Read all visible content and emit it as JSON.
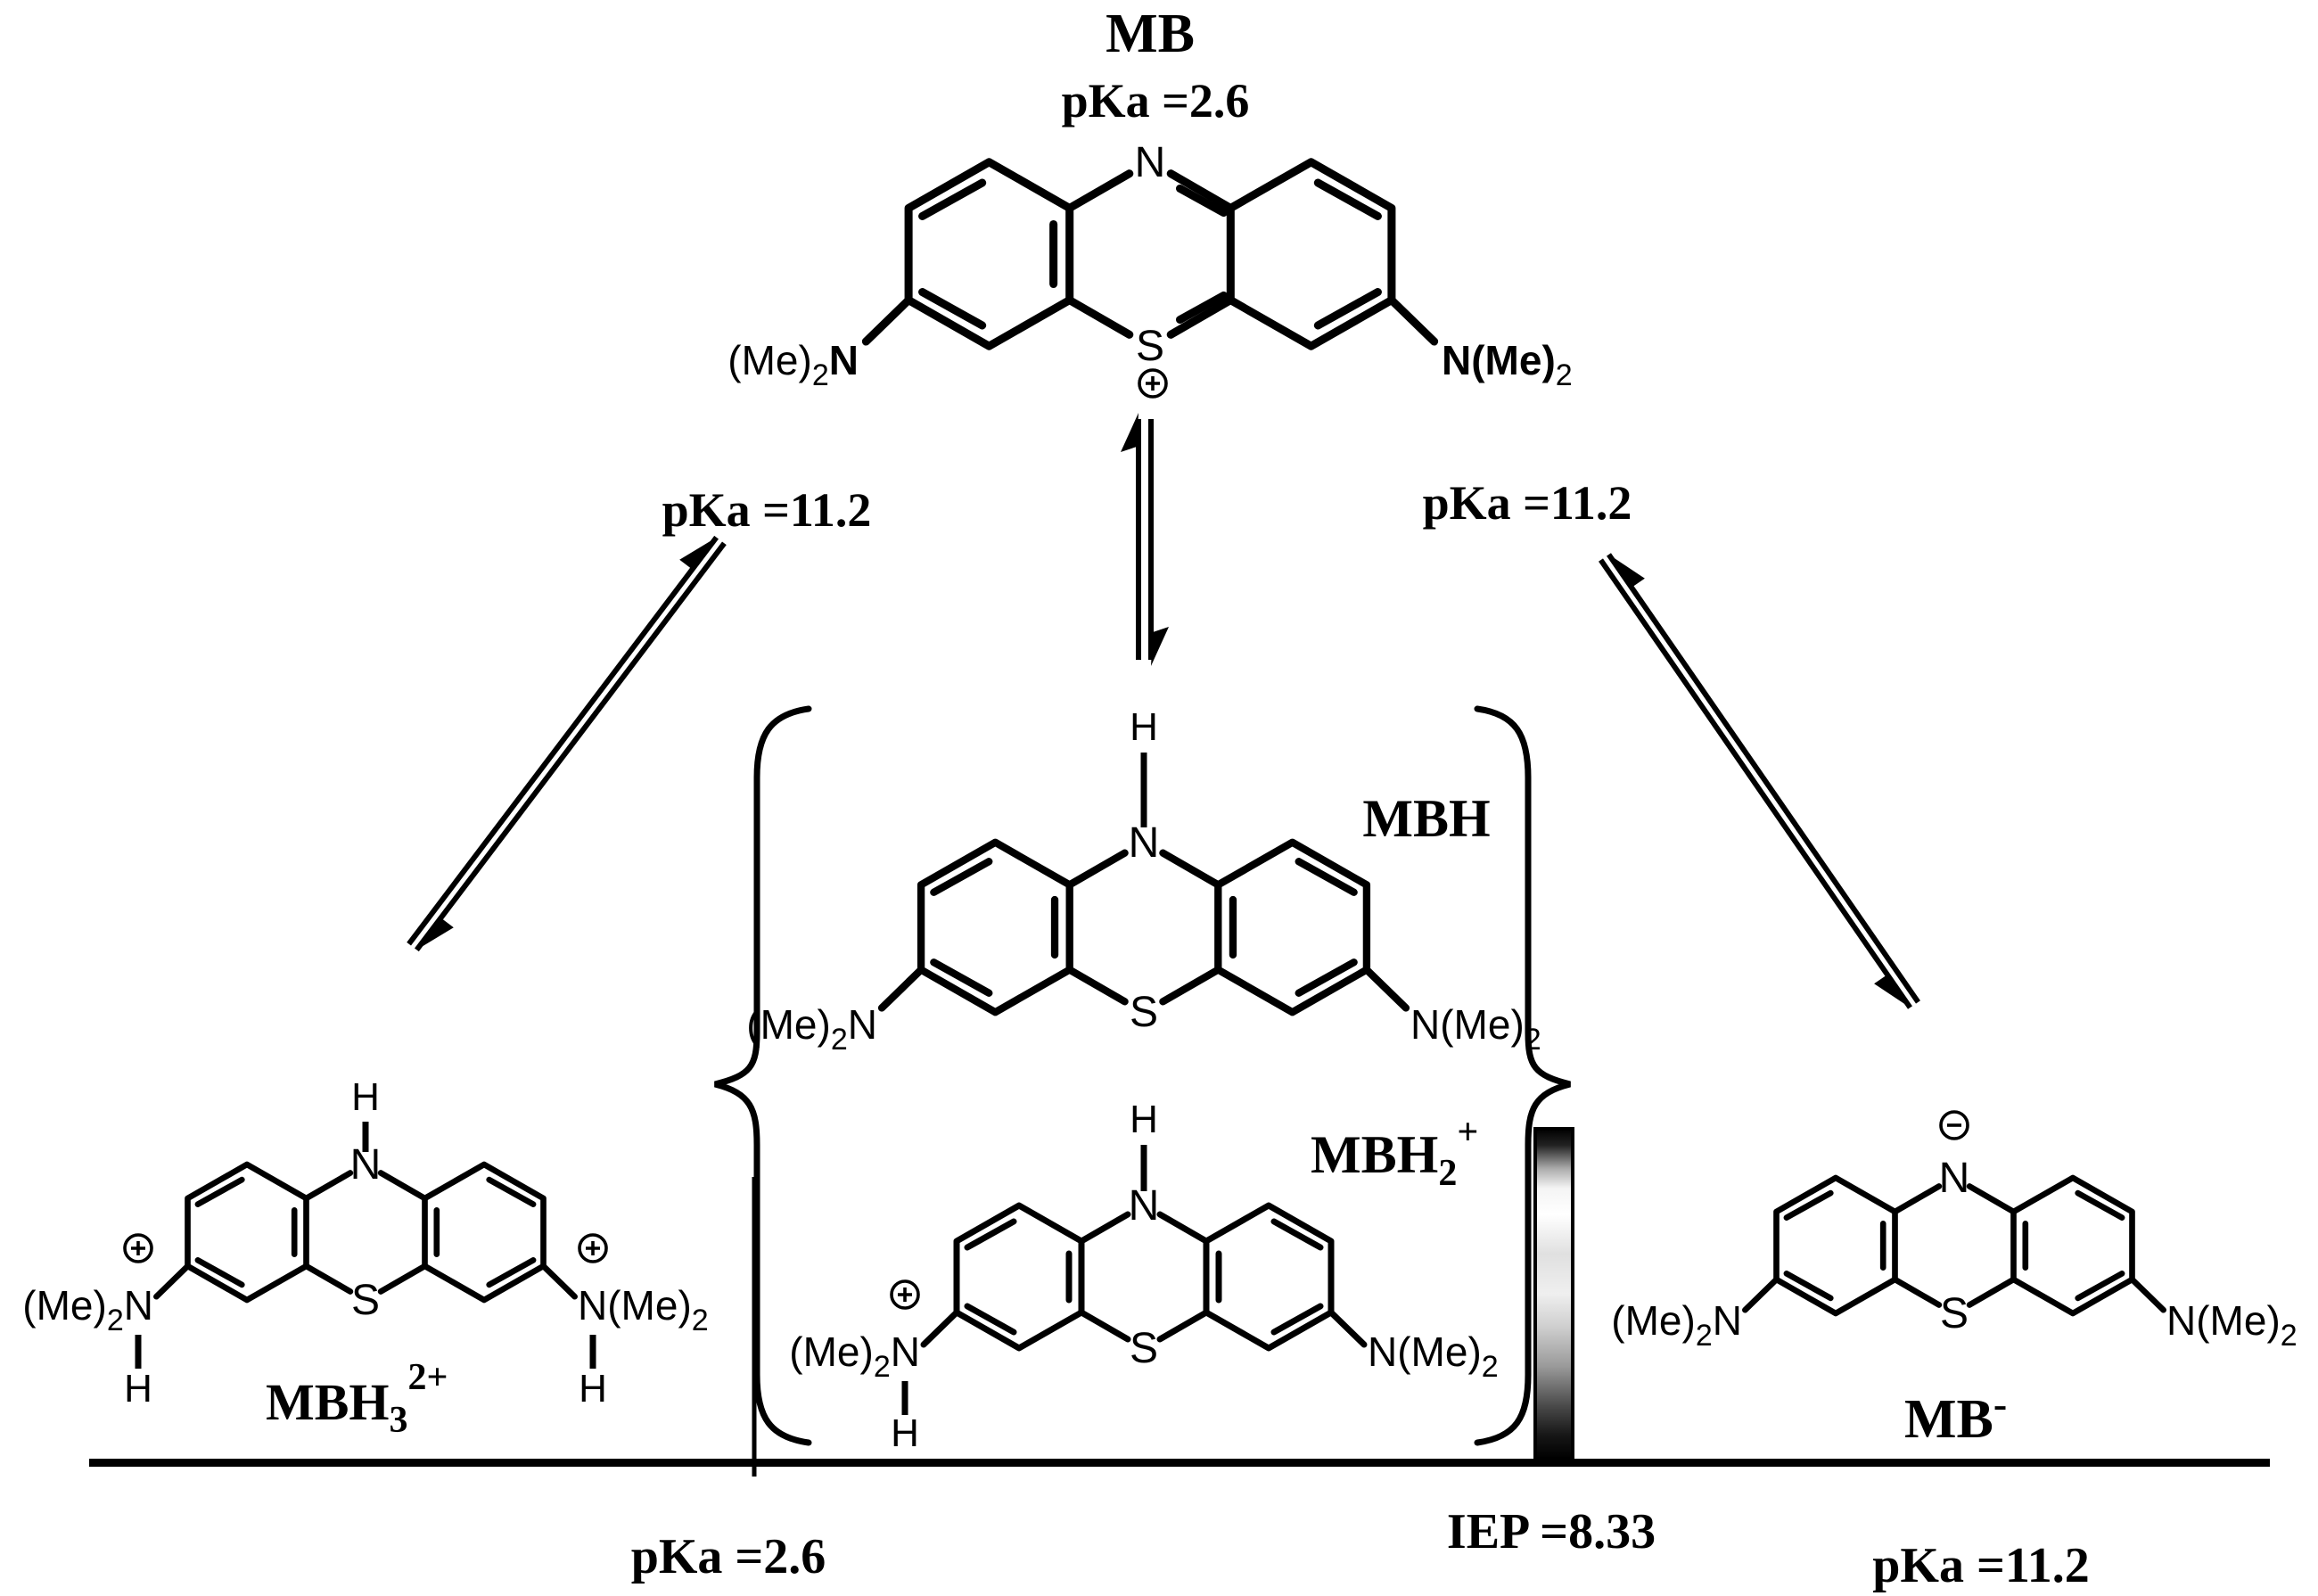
{
  "colors": {
    "black": "#000000",
    "blue": "#1111f2",
    "red": "#f40606"
  },
  "atoms": {
    "n": "N",
    "s": "S",
    "h": "H"
  },
  "amine": {
    "left_pre": "(Me)",
    "left_sub": "2",
    "left_n": "N",
    "right_n": "N(Me)",
    "right_sub": "2"
  },
  "species": {
    "mb": {
      "name": "MB",
      "pka_ring": "pKa =2.6",
      "pka_amine_left": "pKa =11.2",
      "pka_amine_right": "pKa =11.2"
    },
    "mbh": {
      "name": "MBH"
    },
    "mbh2": {
      "name": "MBH",
      "sub": "2",
      "sup": "+"
    },
    "mbh3": {
      "name": "MBH",
      "sub": "3",
      "sup": "2+"
    },
    "mb_anion": {
      "name": "MB",
      "sup": "-"
    }
  },
  "axis": {
    "pka_left": "pKa =2.6",
    "iep": "IEP =8.33",
    "pka_right": "pKa =11.2"
  }
}
